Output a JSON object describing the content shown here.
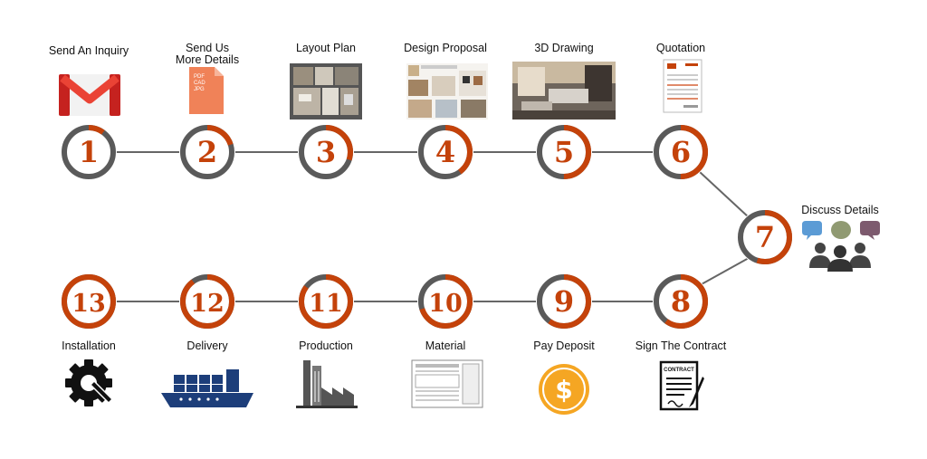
{
  "colors": {
    "accent": "#c4420a",
    "ring": "#5a5a5a",
    "connector": "#666666"
  },
  "steps": [
    {
      "number": "1",
      "label": "Send An Inquiry",
      "icon": "gmail-icon"
    },
    {
      "number": "2",
      "label": "Send Us",
      "label2": "More Details",
      "icon": "document-icon",
      "doc_text": [
        "PDF",
        "CAD",
        "JPG"
      ]
    },
    {
      "number": "3",
      "label": "Layout Plan",
      "icon": "floor-plan-image"
    },
    {
      "number": "4",
      "label": "Design Proposal",
      "icon": "design-proposal-image"
    },
    {
      "number": "5",
      "label": "3D Drawing",
      "icon": "render-image"
    },
    {
      "number": "6",
      "label": "Quotation",
      "icon": "quotation-document-icon"
    },
    {
      "number": "7",
      "label": "Discuss Details",
      "icon": "meeting-people-icon"
    },
    {
      "number": "8",
      "label": "Sign The Contract",
      "icon": "contract-icon",
      "contract_title": "CONTRACT"
    },
    {
      "number": "9",
      "label": "Pay Deposit",
      "icon": "dollar-coin-icon"
    },
    {
      "number": "10",
      "label": "Material",
      "icon": "material-drawing-image"
    },
    {
      "number": "11",
      "label": "Production",
      "icon": "factory-icon"
    },
    {
      "number": "12",
      "label": "Delivery",
      "icon": "cargo-ship-icon"
    },
    {
      "number": "13",
      "label": "Installation",
      "icon": "gear-wrench-icon"
    }
  ]
}
